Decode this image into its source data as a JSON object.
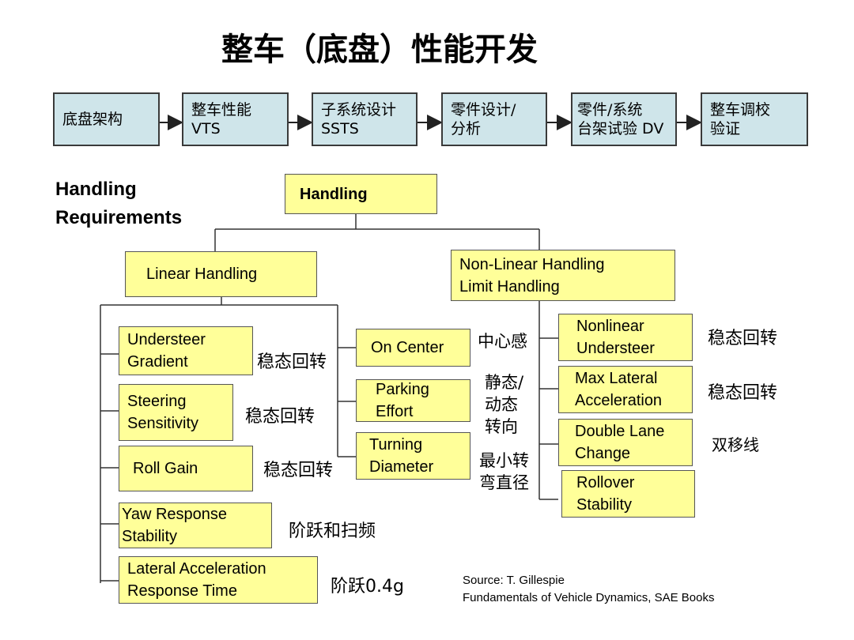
{
  "title": "整车（底盘）性能开发",
  "process": [
    [
      "底盘架构"
    ],
    [
      "整车性能",
      "VTS"
    ],
    [
      "子系统设计",
      "SSTS"
    ],
    [
      "零件设计/",
      "分析"
    ],
    [
      "零件/系统",
      "台架试验 DV"
    ],
    [
      "整车调校",
      "验证"
    ]
  ],
  "heading": [
    "Handling",
    "Requirements"
  ],
  "root": "Handling",
  "linear": "Linear Handling",
  "nonlinear": [
    "Non-Linear Handling",
    "Limit Handling"
  ],
  "left_items": [
    [
      "Understeer",
      "Gradient"
    ],
    [
      "Steering",
      "Sensitivity"
    ],
    [
      "Roll Gain"
    ],
    [
      "Yaw Response",
      "Stability"
    ],
    [
      "Lateral Acceleration",
      "Response Time"
    ]
  ],
  "left_notes": [
    "稳态回转",
    "稳态回转",
    "稳态回转",
    "阶跃和扫频",
    "阶跃0.4g"
  ],
  "mid_items": [
    [
      "On Center"
    ],
    [
      "Parking",
      "Effort"
    ],
    [
      "Turning",
      "Diameter"
    ]
  ],
  "mid_notes": [
    [
      "中心感"
    ],
    [
      "静态/",
      "动态",
      "转向"
    ],
    [
      "最小转",
      "弯直径"
    ]
  ],
  "right_items": [
    [
      "Nonlinear",
      "Understeer"
    ],
    [
      "Max Lateral",
      "Acceleration"
    ],
    [
      "Double Lane",
      "Change"
    ],
    [
      "Rollover",
      "Stability"
    ]
  ],
  "right_notes": [
    "稳态回转",
    "稳态回转",
    "双移线"
  ],
  "source": [
    "Source: T. Gillespie",
    "Fundamentals of Vehicle Dynamics, SAE Books"
  ]
}
